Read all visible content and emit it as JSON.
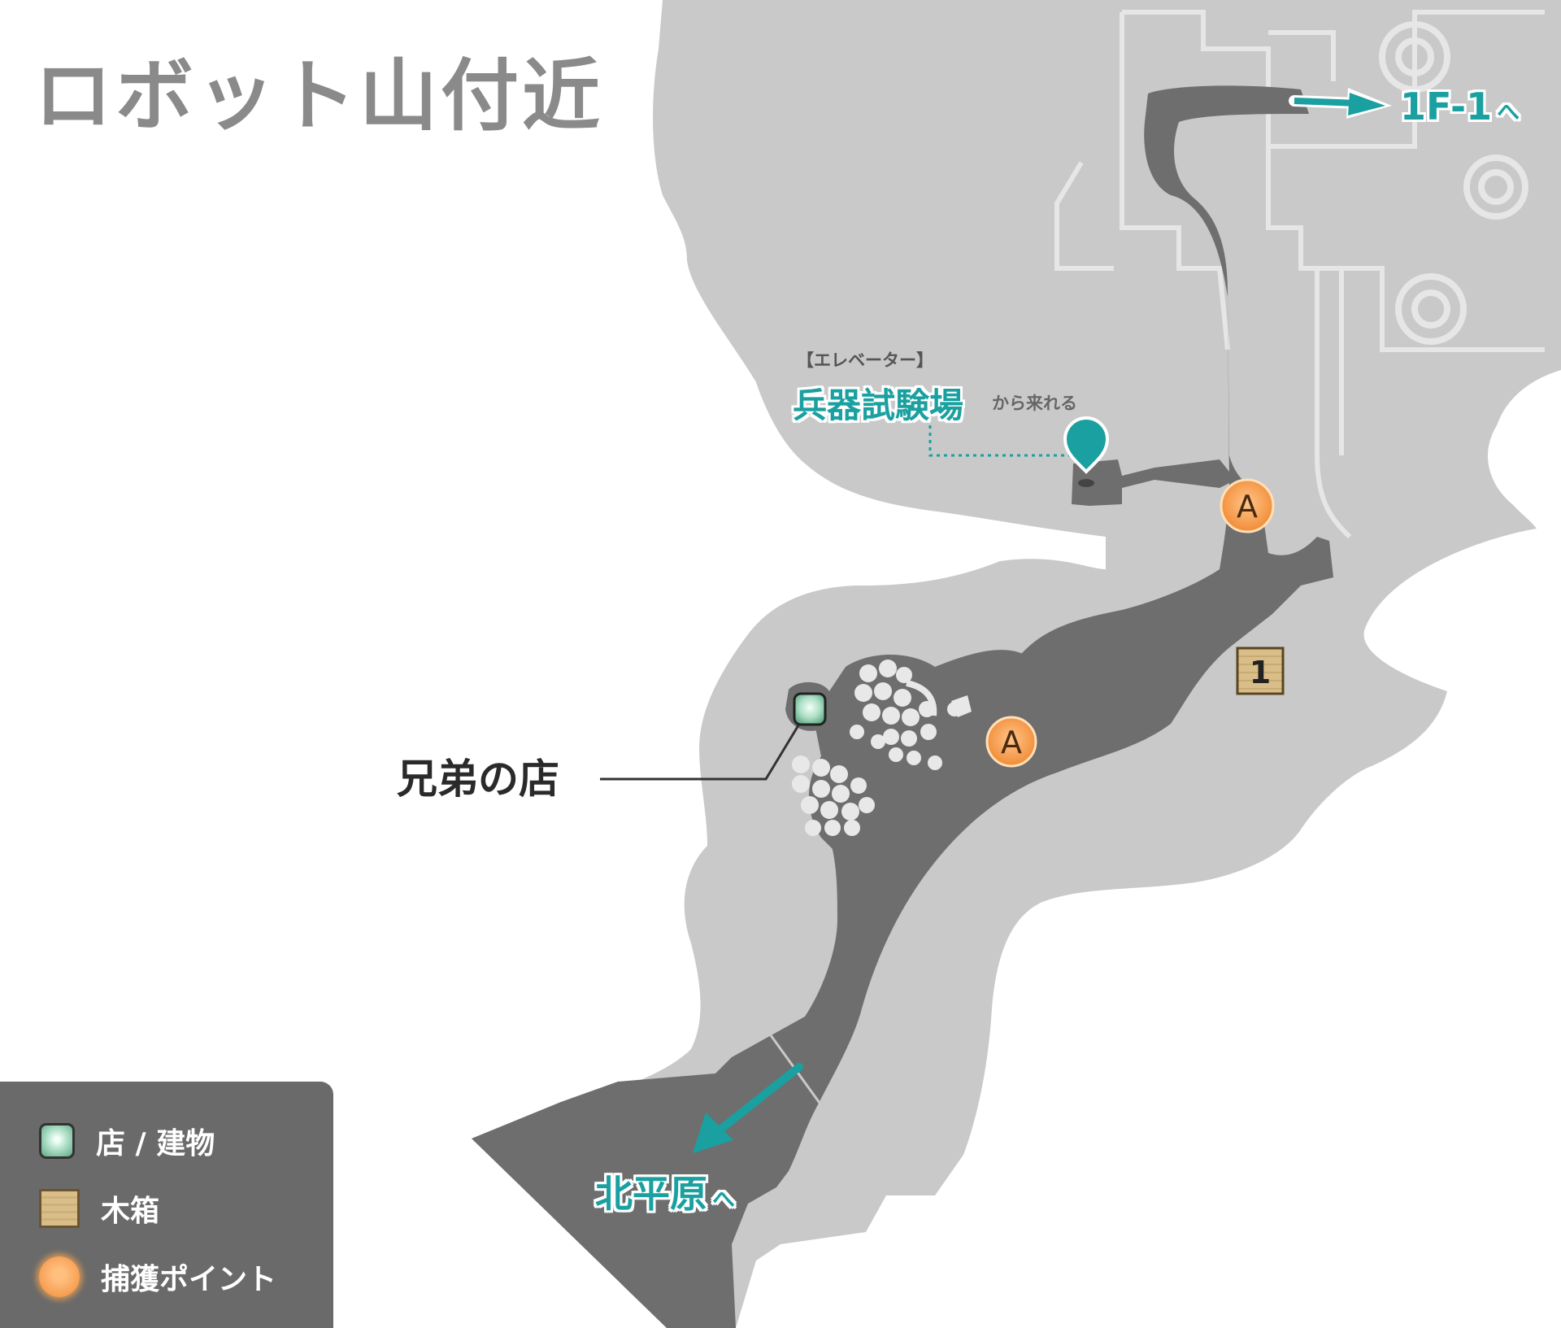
{
  "title": "ロボット山付近",
  "places": {
    "shop": "兄弟の店"
  },
  "exits": {
    "top_right": {
      "label": "1F-1",
      "suffix": "へ"
    },
    "bottom": {
      "label": "北平原",
      "suffix": "へ"
    }
  },
  "elevator_note": {
    "tag": "【エレベーター】",
    "place": "兵器試験場",
    "suffix": "から来れる"
  },
  "markers": {
    "capture_label": "A",
    "chest_number": "1"
  },
  "legend": {
    "items": [
      {
        "icon": "shop-building-icon",
        "label": "店 / 建物"
      },
      {
        "icon": "wooden-box-icon",
        "label": "木箱"
      },
      {
        "icon": "capture-point-icon",
        "label": "捕獲ポイント"
      }
    ]
  },
  "colors": {
    "terrain_light": "#c9c9c9",
    "path_dark": "#6e6e6e",
    "accent_teal": "#1aa0a0",
    "capture_orange": "#f28a36",
    "legend_bg": "#6a6a6a"
  }
}
